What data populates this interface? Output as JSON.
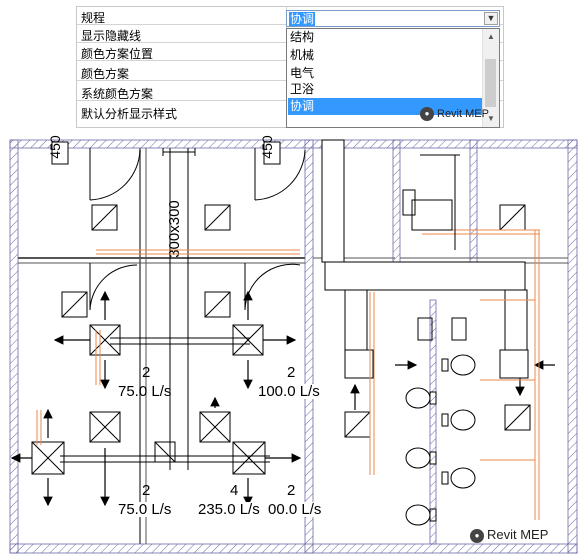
{
  "properties": {
    "rows": [
      {
        "label": "规程",
        "value": "协调"
      },
      {
        "label": "显示隐藏线",
        "value": ""
      },
      {
        "label": "颜色方案位置",
        "value": ""
      },
      {
        "label": "颜色方案",
        "value": ""
      },
      {
        "label": "系统颜色方案",
        "value": ""
      },
      {
        "label": "默认分析显示样式",
        "value": ""
      }
    ]
  },
  "discipline_dropdown": {
    "selected": "协调",
    "options": [
      "结构",
      "机械",
      "电气",
      "卫浴",
      "协调"
    ],
    "highlighted_option": "协调"
  },
  "watermarks": {
    "top": "Revit MEP",
    "bottom": "Revit MEP"
  },
  "drawing": {
    "duct_size": "300x300",
    "door_tags": [
      "450",
      "450"
    ],
    "diffuser_tags": [
      {
        "count": "2",
        "flow": "75.0 L/s"
      },
      {
        "count": "2",
        "flow": "100.0 L/s"
      },
      {
        "count": "2",
        "flow": "75.0 L/s"
      },
      {
        "count": "4",
        "flow": "235.0 L/s"
      },
      {
        "count": "2",
        "flow": "00.0 L/s"
      }
    ]
  },
  "colors": {
    "wall_hatch": "#6a6aa8",
    "pipe": "#e88a4a",
    "duct": "#000000",
    "highlight": "#3399ff"
  }
}
